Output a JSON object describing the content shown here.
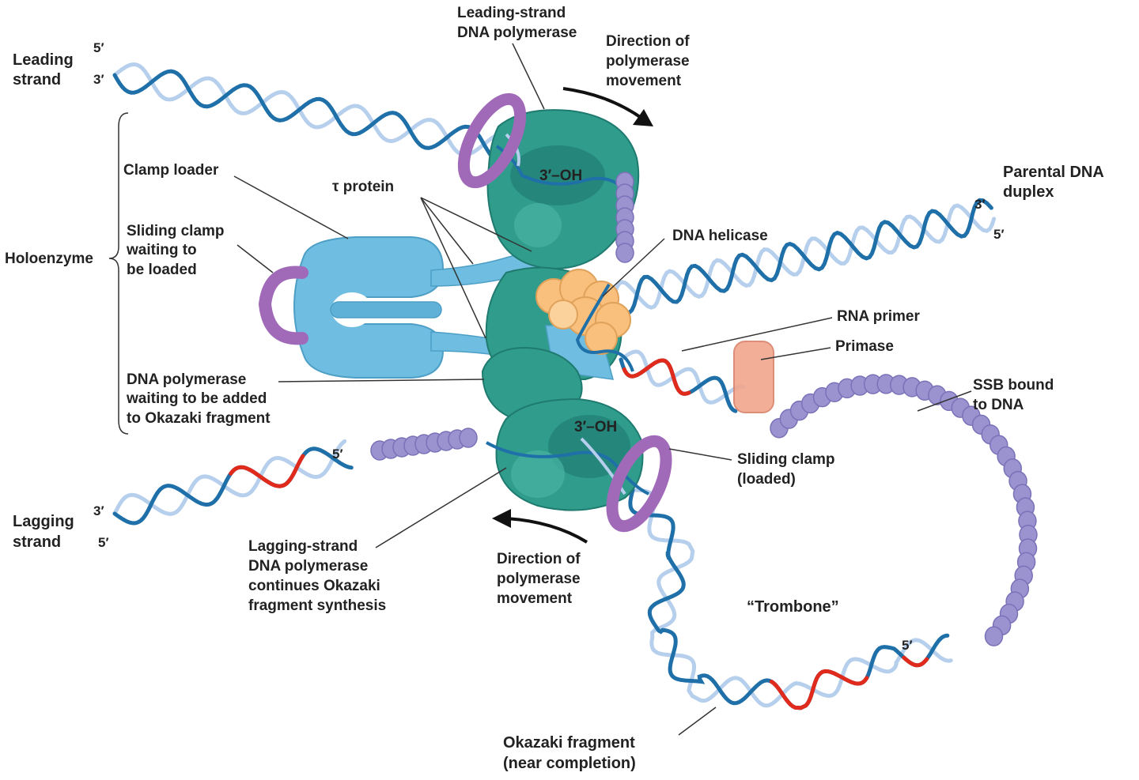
{
  "colors": {
    "strand_dark": "#1f6fa8",
    "strand_light": "#b6cfec",
    "primer": "#e02a1c",
    "polymerase": "#2f9c8c",
    "polymerase_dark": "#1f7a6f",
    "clamp": "#a06ab8",
    "clamp_loader": "#6fbde0",
    "helicase": "#f8c07c",
    "primase": "#f1a68c",
    "ssb": "#9b93cf"
  },
  "labels": {
    "leading_strand": [
      "Leading",
      "strand"
    ],
    "lagging_strand": [
      "Lagging",
      "strand"
    ],
    "leading_pol": [
      "Leading-strand",
      "DNA polymerase"
    ],
    "direction_top": [
      "Direction of",
      "polymerase",
      "movement"
    ],
    "parental_duplex": [
      "Parental DNA",
      "duplex"
    ],
    "clamp_loader": "Clamp loader",
    "tau_protein": "τ protein",
    "holoenzyme": "Holoenzyme",
    "sliding_clamp_waiting": [
      "Sliding clamp",
      "waiting to",
      "be loaded"
    ],
    "dna_helicase": "DNA helicase",
    "rna_primer": "RNA primer",
    "primase": "Primase",
    "ssb": [
      "SSB bound",
      "to DNA"
    ],
    "pol_waiting": [
      "DNA polymerase",
      "waiting to be added",
      "to Okazaki fragment"
    ],
    "sliding_clamp_loaded": [
      "Sliding clamp",
      "(loaded)"
    ],
    "lagging_pol": [
      "Lagging-strand",
      "DNA polymerase",
      "continues Okazaki",
      "fragment synthesis"
    ],
    "direction_bottom": [
      "Direction of",
      "polymerase",
      "movement"
    ],
    "trombone": "“Trombone”",
    "okazaki": [
      "Okazaki fragment",
      "(near completion)"
    ],
    "oh_top": "3′–OH",
    "oh_bottom": "3′–OH",
    "end_5_top_left": "5′",
    "end_3_top_left": "3′",
    "end_3_right": "3′",
    "end_5_right": "5′",
    "end_3_bottom_left": "3′",
    "end_5_bottom_left": "5′",
    "end_5_lagging_primer": "5′",
    "end_5_okazaki_primer": "5′"
  }
}
